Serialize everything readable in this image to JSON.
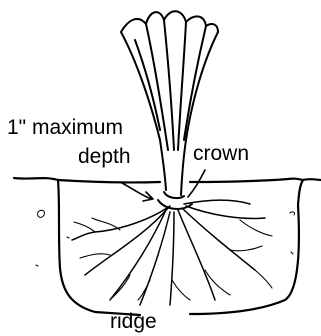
{
  "labels": {
    "max_line1": "1\" maximum",
    "max_line2": "depth",
    "crown": "crown",
    "ridge": "ridge"
  }
}
